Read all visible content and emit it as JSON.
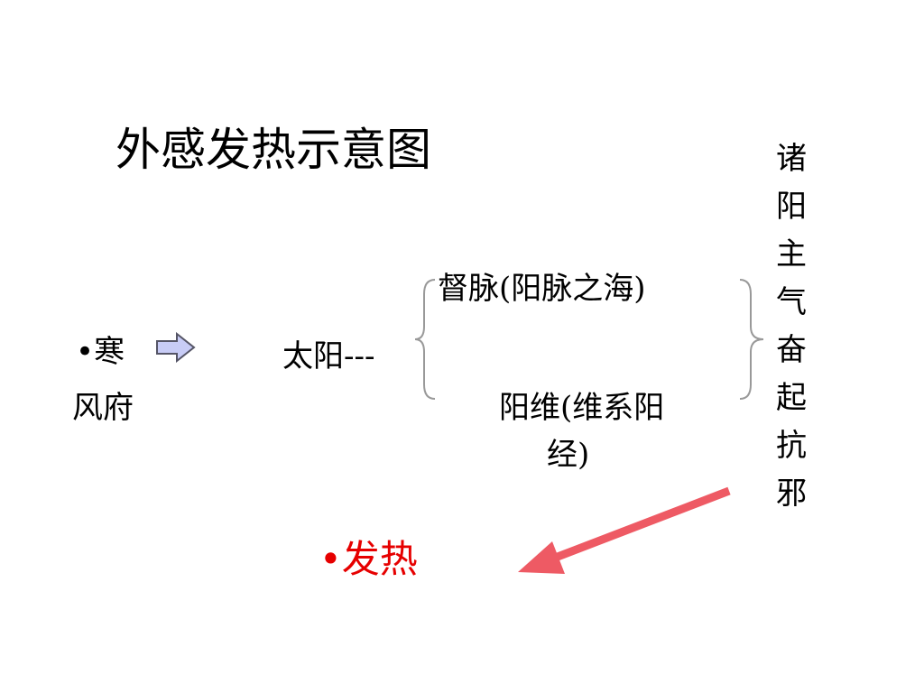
{
  "title": "外感发热示意图",
  "left": {
    "bullet": "•",
    "line1": "寒",
    "line2": "风府"
  },
  "center": {
    "taiyang": "太阳---"
  },
  "branches": {
    "upper": "督脉(阳脉之海)",
    "lower_line1": "阳维(维系阳",
    "lower_line2": "经)"
  },
  "vertical_text": "诸阳主气奋起抗邪",
  "result": {
    "bullet": "•",
    "text": "发热"
  },
  "colors": {
    "text": "#000000",
    "fever": "#e60000",
    "red_arrow": "#ee5a64",
    "arrow_fill": "#c8ccf6",
    "arrow_stroke": "#555566",
    "brace": "#999999"
  }
}
